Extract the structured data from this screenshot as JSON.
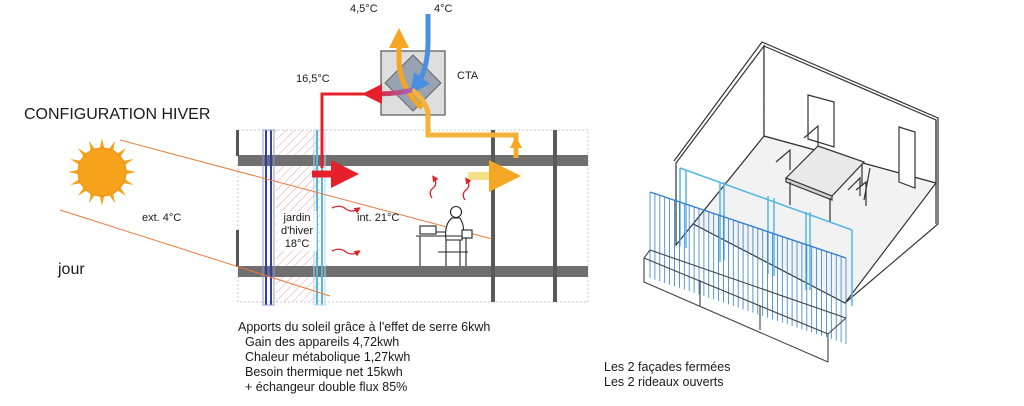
{
  "title": "CONFIGURATION HIVER",
  "period_label": "jour",
  "temperatures": {
    "exhaust": "4,5°C",
    "intake": "4°C",
    "supply": "16,5°C",
    "exterior": "ext. 4°C",
    "interior": "int. 21°C"
  },
  "cta_label": "CTA",
  "winter_garden": {
    "line1": "jardin",
    "line2": "d'hiver",
    "line3": "18°C"
  },
  "energy_notes": [
    "Apports du soleil grâce à l'effet de serre 6kwh",
    "Gain des appareils 4,72kwh",
    "Chaleur métabolique 1,27kwh",
    "Besoin thermique net 15kwh",
    "+ échangeur double flux  85%"
  ],
  "iso_caption": [
    "Les 2 façades  fermées",
    "Les 2 rideaux ouverts"
  ],
  "colors": {
    "slab": "#6f6f6f",
    "sun": "#f6a21a",
    "hot_air": "#e5202a",
    "warm_air": "#f4b23a",
    "cold_air": "#4a8fe0",
    "curtain": "#55b6e6",
    "glass_blue": "#2f3ea8"
  }
}
